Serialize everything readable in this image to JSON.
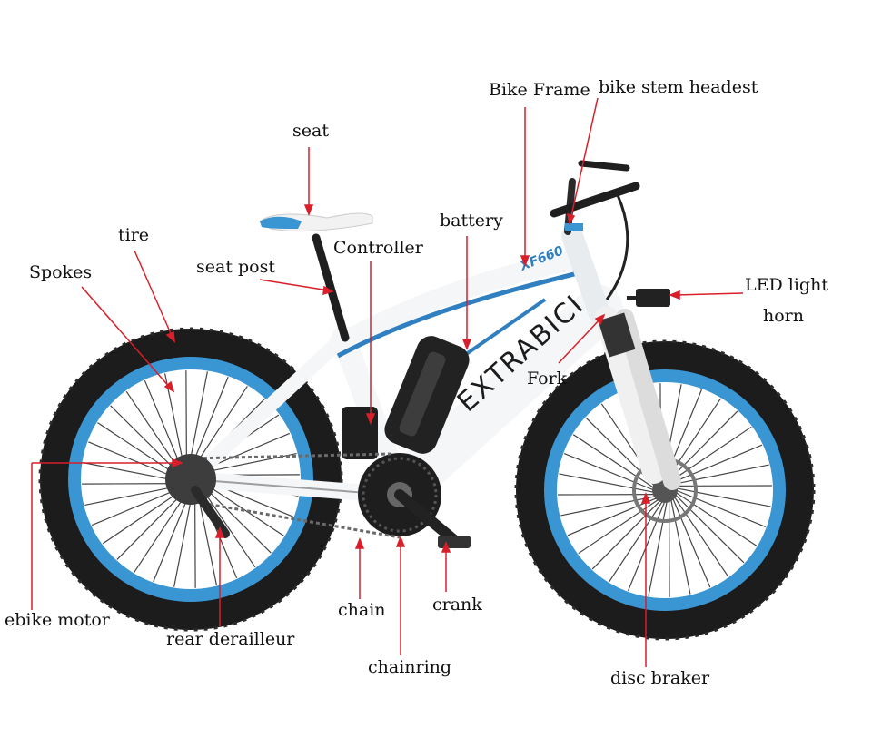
{
  "labels": {
    "bike_frame": "Bike Frame",
    "stem_headset": "bike stem headest",
    "seat": "seat",
    "battery": "battery",
    "tire": "tire",
    "controller": "Controller",
    "spokes": "Spokes",
    "seat_post": "seat post",
    "led_light": "LED light",
    "horn": "horn",
    "fork": "Fork",
    "ebike_motor": "ebike motor",
    "rear_derailleur": "rear derailleur",
    "chain": "chain",
    "crank": "crank",
    "chainring": "chainring",
    "disc_braker": "disc braker"
  },
  "frame_text": {
    "brand": "EXTRABICI",
    "model": "XF660"
  },
  "colors": {
    "leader_line": "#d81f2a",
    "rim_blue": "#3a96d2",
    "frame_white": "#f4f6f8",
    "frame_accent": "#2f7fc1",
    "tire_black": "#1c1c1c"
  }
}
